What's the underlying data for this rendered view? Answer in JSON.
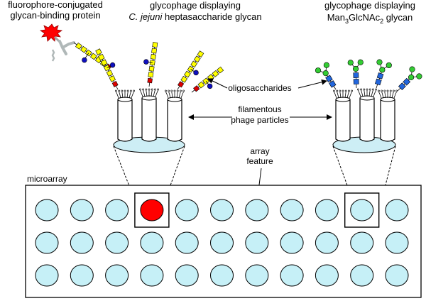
{
  "labels": {
    "protein_line1": "fluorophore-conjugated",
    "protein_line2": "glycan-binding protein",
    "left_phage_line1": "glycophage displaying",
    "left_phage_italic": "C. jejuni",
    "left_phage_rest": " heptasaccharide glycan",
    "right_phage_line1": "glycophage displaying",
    "right_phage_man": "Man",
    "right_phage_sub1": "3",
    "right_phage_glc": "GlcNAc",
    "right_phage_sub2": "2",
    "right_phage_rest": " glycan",
    "oligosaccharides": "oligosaccharides",
    "filamentous_line1": "filamentous",
    "filamentous_line2": "phage particles",
    "array_line1": "array",
    "array_line2": "feature",
    "microarray": "microarray"
  },
  "microarray": {
    "rows": 3,
    "columns": 11,
    "bound_spot": {
      "row": 1,
      "column": 4
    },
    "highlighted_spots": [
      {
        "row": 1,
        "column": 4
      },
      {
        "row": 1,
        "column": 10
      }
    ]
  },
  "colors": {
    "spot_fill": "#c6f0f7",
    "bound_spot": "#ff0000",
    "cj_glycan_monomer": "#ffff00",
    "cj_glycan_branch": "#1010c0",
    "cj_glycan_linker": "#dd0000",
    "man_monomer": "#33cc33",
    "glcnac_monomer": "#2266dd",
    "fluorophore": "#ff0000",
    "protein": "#b0b8b8"
  }
}
